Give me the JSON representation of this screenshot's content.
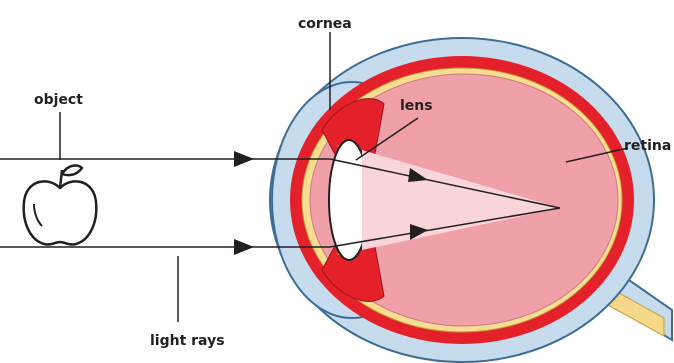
{
  "labels": {
    "cornea": "cornea",
    "object": "object",
    "lens": "lens",
    "retina": "retina",
    "light_rays": "light rays"
  },
  "colors": {
    "sclera": "#c6dcec",
    "sclera_stroke": "#3e6e96",
    "cornea_blue": "#2f7fc1",
    "cornea_light": "#9fc7e6",
    "choroid_red": "#e4202a",
    "retina_yellow": "#f7dd8f",
    "vitreous_pink": "#f0a0a9",
    "light_cone": "#f9d4d8",
    "optic_nerve": "#f5d88a",
    "line": "#231f20"
  }
}
